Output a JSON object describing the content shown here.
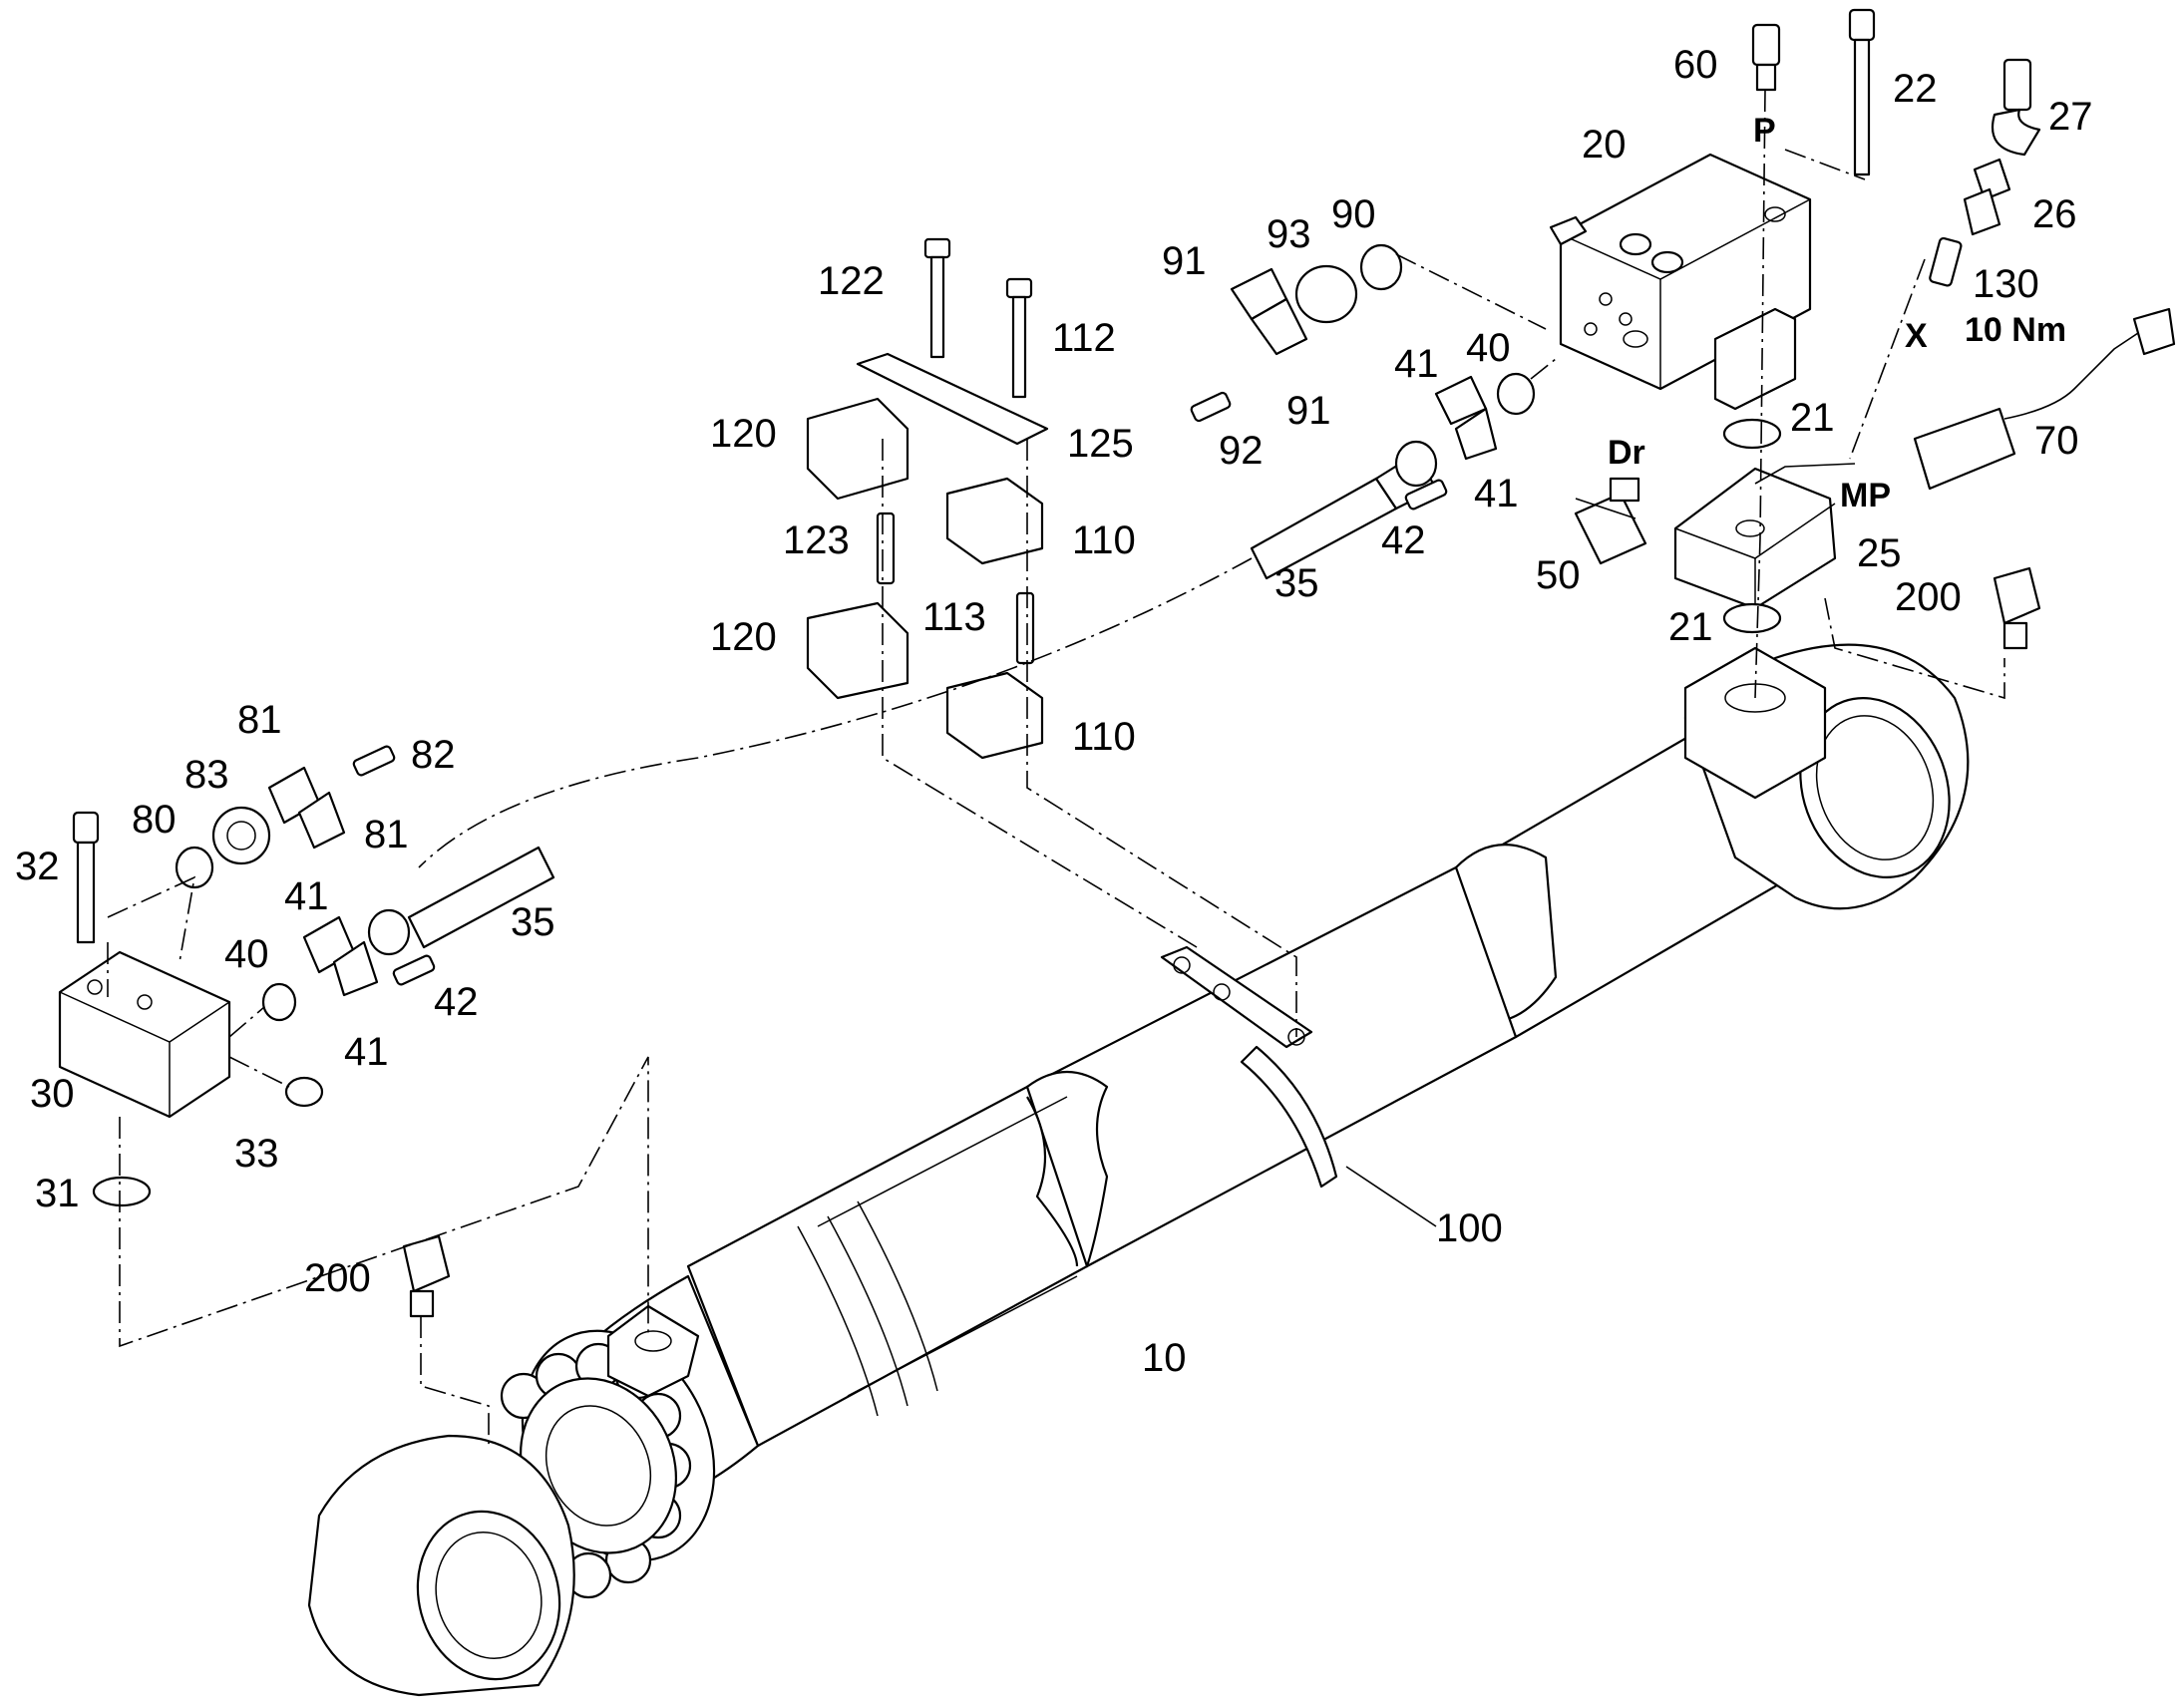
{
  "labels": {
    "l60": "60",
    "l22": "22",
    "l27": "27",
    "l26": "26",
    "l130": "130",
    "torque": "10 Nm",
    "portX": "X",
    "portP": "P",
    "l20": "20",
    "l93": "93",
    "l90": "90",
    "l91a": "91",
    "l91b": "91",
    "l92": "92",
    "l41a": "41",
    "l40a": "40",
    "l41b": "41",
    "l42a": "42",
    "l35a": "35",
    "portDr": "Dr",
    "l50": "50",
    "l21a": "21",
    "l21b": "21",
    "l70": "70",
    "portMP": "MP",
    "l25": "25",
    "l200a": "200",
    "l122": "122",
    "l112": "112",
    "l120a": "120",
    "l125": "125",
    "l123": "123",
    "l110a": "110",
    "l113": "113",
    "l120b": "120",
    "l110b": "110",
    "l81a": "81",
    "l83": "83",
    "l82": "82",
    "l80": "80",
    "l81b": "81",
    "l32": "32",
    "l41c": "41",
    "l40b": "40",
    "l35b": "35",
    "l42b": "42",
    "l41d": "41",
    "l30": "30",
    "l33": "33",
    "l31": "31",
    "l200b": "200",
    "l100": "100",
    "l10": "10"
  }
}
